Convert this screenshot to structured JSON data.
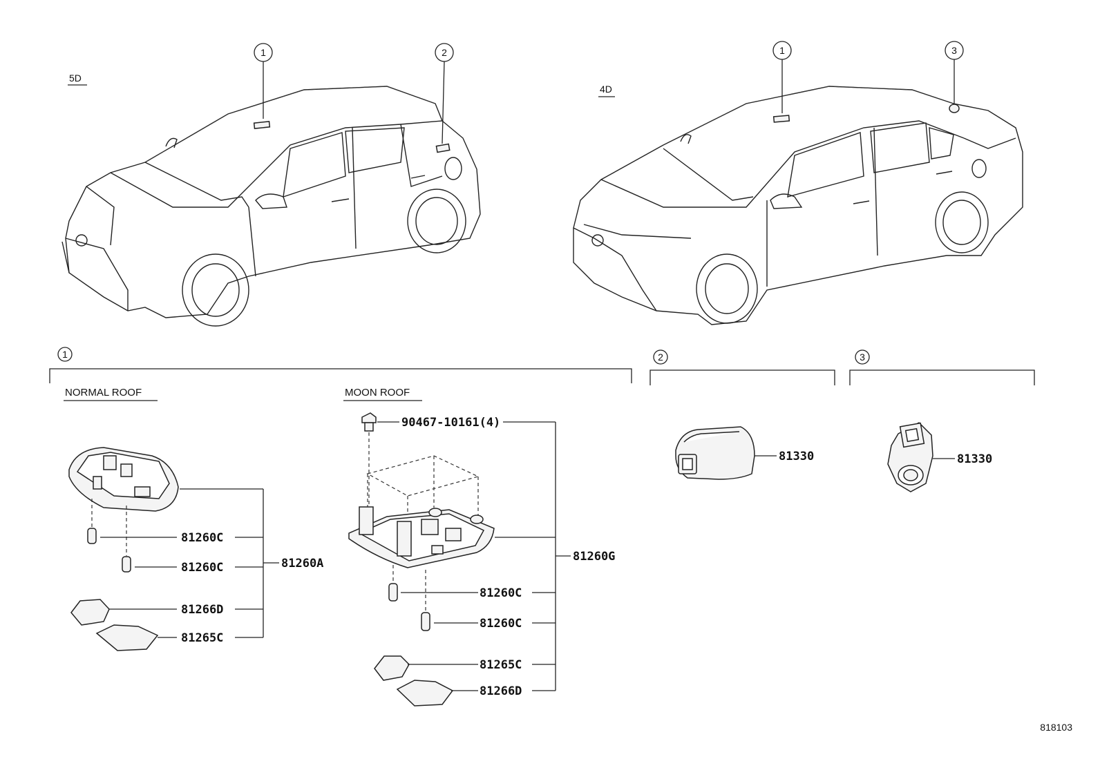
{
  "variants": {
    "hatchback": "5D",
    "sedan": "4D"
  },
  "callouts": {
    "one": "1",
    "two": "2",
    "three": "3"
  },
  "sections": {
    "normal_roof": "NORMAL ROOF",
    "moon_roof": "MOON ROOF"
  },
  "parts": {
    "normal_bulb_1": "81260C",
    "normal_bulb_2": "81260C",
    "normal_cover_1": "81266D",
    "normal_cover_2": "81265C",
    "normal_assembly": "81260A",
    "moon_screw": "90467-10161(4)",
    "moon_bulb_1": "81260C",
    "moon_bulb_2": "81260C",
    "moon_cover_1": "81265C",
    "moon_cover_2": "81266D",
    "moon_assembly": "81260G",
    "cargo_lamp_5d": "81330",
    "trunk_lamp_4d": "81330"
  },
  "diagram_id": "818103"
}
